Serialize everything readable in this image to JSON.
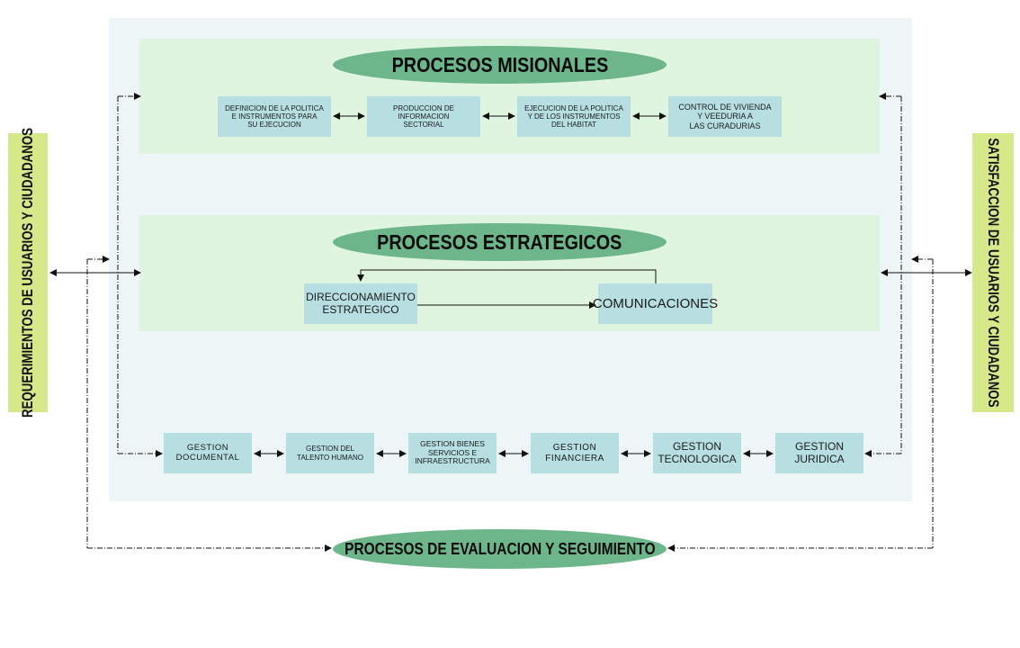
{
  "diagram": {
    "left_sidebar": {
      "label": "REQUERIMIENTOS DE USUARIOS Y CIUDADANOS"
    },
    "right_sidebar": {
      "label": "SATISFACCION DE USUARIOS Y CIUDADANOS"
    },
    "misionales": {
      "title": "PROCESOS MISIONALES",
      "boxes": [
        "DEFINICION DE LA POLITICA\nE INSTRUMENTOS PARA\nSU EJECUCION",
        "PRODUCCION DE INFORMACION\nSECTORIAL",
        "EJECUCION DE LA POLITICA\nY DE LOS INSTRUMENTOS\nDEL HABITAT",
        "CONTROL DE VIVIENDA\nY VEEDURIA A\nLAS CURADURIAS"
      ]
    },
    "estrategicos": {
      "title": "PROCESOS ESTRATEGICOS",
      "boxes": [
        "DIRECCIONAMIENTO\nESTRATEGICO",
        "COMUNICACIONES"
      ]
    },
    "apoyo": {
      "boxes": [
        "GESTION\nDOCUMENTAL",
        "GESTION DEL\nTALENTO HUMANO",
        "GESTION BIENES\nSERVICIOS E\nINFRAESTRUCTURA",
        "GESTION\nFINANCIERA",
        "GESTION\nTECNOLOGICA",
        "GESTION JURIDICA"
      ]
    },
    "evaluacion": {
      "title": "PROCESOS DE EVALUACION Y SEGUIMIENTO"
    },
    "colors": {
      "outer_panel": "#edf5f7",
      "band": "#dff5e0",
      "ellipse": "#6db58a",
      "box": "#b7dfe2",
      "sidebar": "#d6e98a"
    }
  }
}
